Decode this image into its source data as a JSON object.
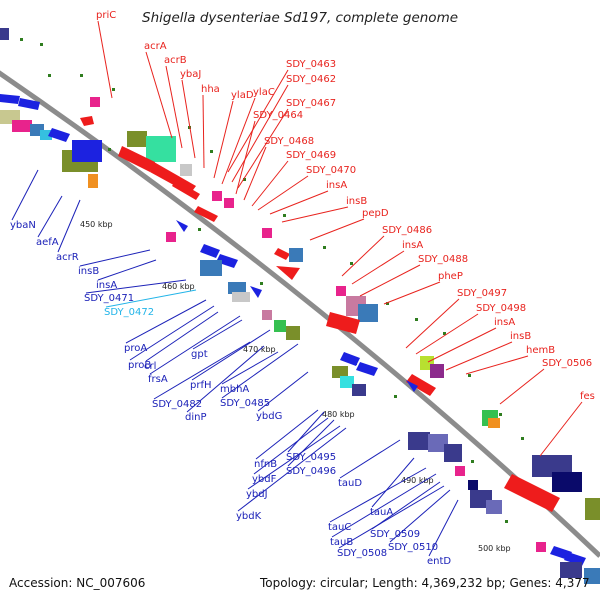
{
  "title": "Shigella dysenteriae Sd197, complete genome",
  "footer": {
    "accession": "Accession: NC_007606",
    "stats": "Topology: circular; Length: 4,369,232 bp; Genes: 4,377"
  },
  "ticks": [
    "450 kbp",
    "460 kbp",
    "470 kbp",
    "480 kbp",
    "490 kbp",
    "500 kbp"
  ],
  "colors": {
    "forward_label": "#e8231e",
    "reverse_label": "#1c22b8",
    "highlight_label": "#22b4e8",
    "backbone": "#8c8c8c",
    "tick_mark": "#2f7d1f"
  },
  "forward_genes": [
    "priC",
    "acrA",
    "acrB",
    "ybaJ",
    "hha",
    "ylaD",
    "ylaC",
    "SDY_0463",
    "SDY_0462",
    "SDY_0467",
    "SDY_0464",
    "SDY_0468",
    "SDY_0469",
    "SDY_0470",
    "insA",
    "insB",
    "pepD",
    "SDY_0486",
    "insA",
    "SDY_0488",
    "pheP",
    "SDY_0497",
    "SDY_0498",
    "insA",
    "insB",
    "hemB",
    "SDY_0506",
    "fes"
  ],
  "reverse_genes": [
    "ybaN",
    "aefA",
    "acrR",
    "insB",
    "insA",
    "SDY_0471",
    "SDY_0472",
    "proA",
    "proB",
    "crl",
    "frsA",
    "gpt",
    "prfH",
    "SDY_0482",
    "dinP",
    "mbhA",
    "SDY_0485",
    "ybdG",
    "nfnB",
    "SDY_0495",
    "ybdF",
    "SDY_0496",
    "ybdJ",
    "ybdK",
    "tauD",
    "tauA",
    "tauC",
    "tauB",
    "SDY_0509",
    "SDY_0508",
    "SDY_0510",
    "entD"
  ]
}
